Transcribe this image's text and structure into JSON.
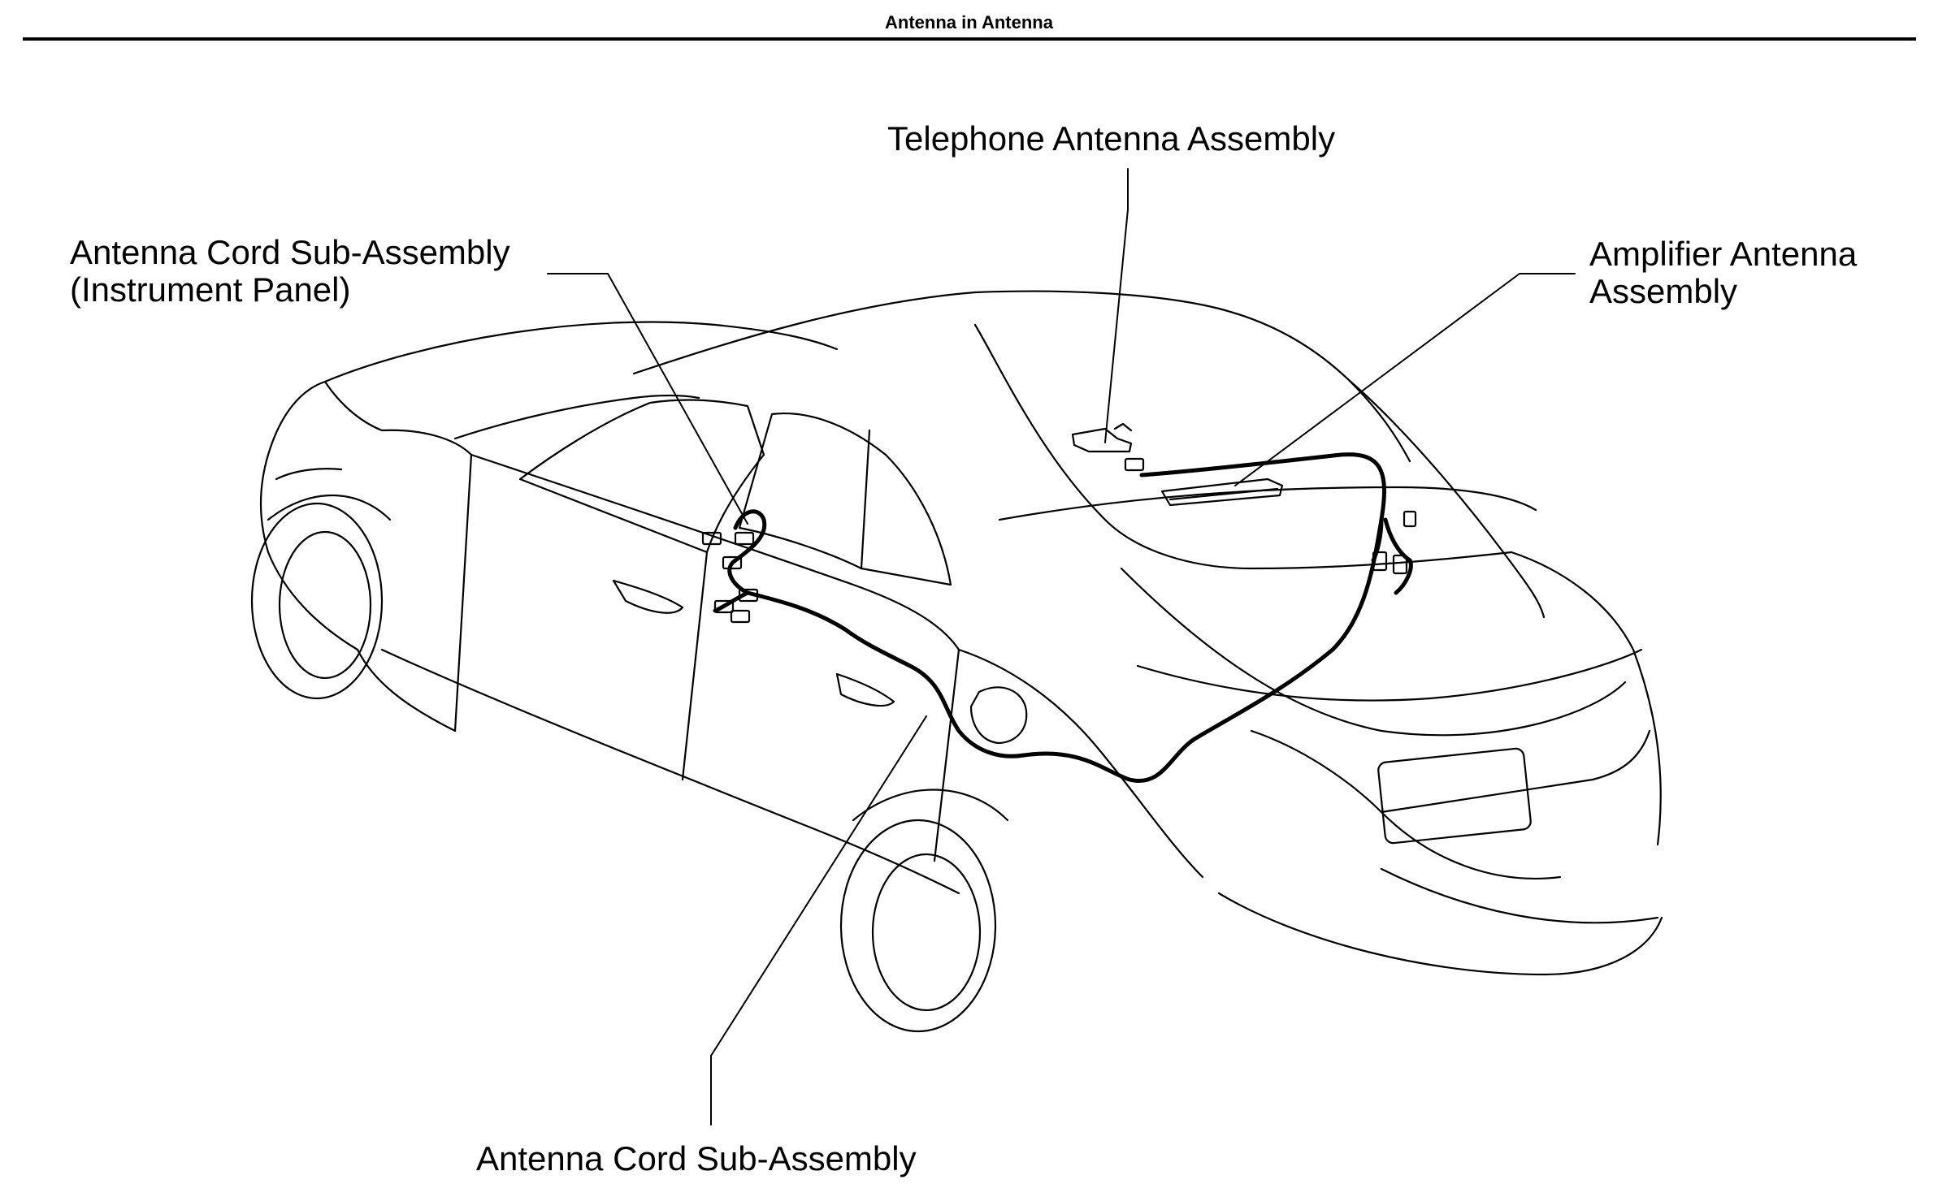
{
  "header": {
    "title": "Antenna in Antenna"
  },
  "callouts": {
    "telephone_antenna": "Telephone Antenna Assembly",
    "cord_instrument_panel": {
      "line1": "Antenna Cord Sub-Assembly",
      "line2": "(Instrument Panel)"
    },
    "amplifier_antenna": {
      "line1": "Amplifier Antenna",
      "line2": "Assembly"
    },
    "cord_sub_assembly": "Antenna Cord Sub-Assembly"
  }
}
